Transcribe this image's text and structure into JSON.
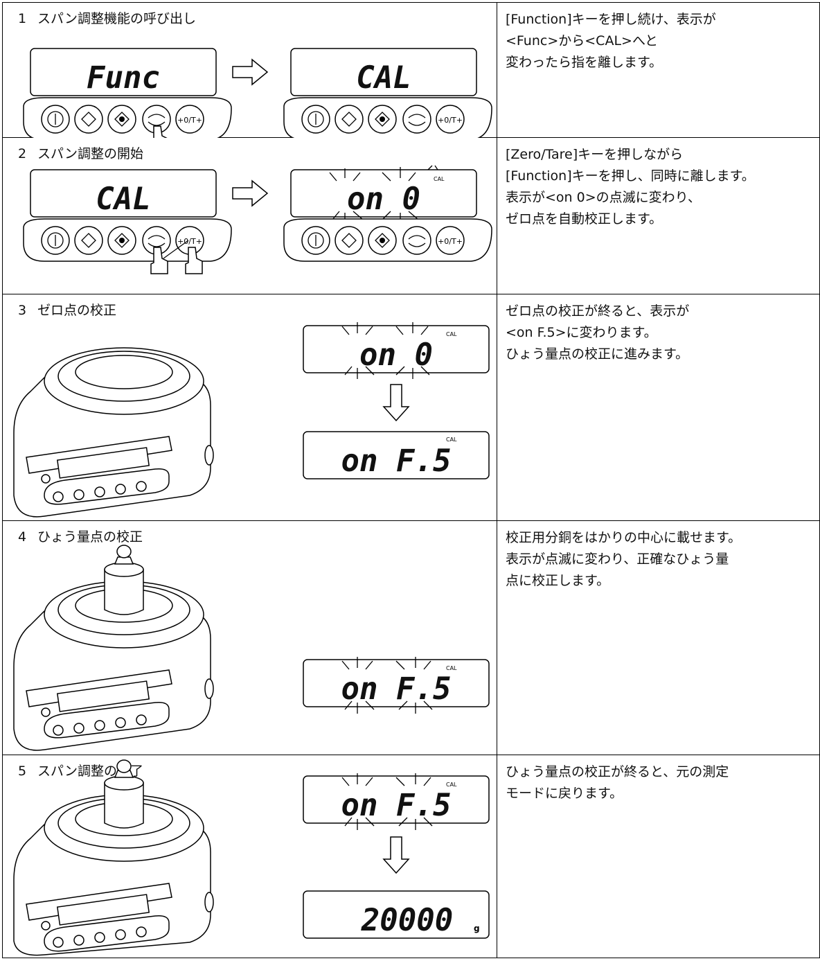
{
  "steps": [
    {
      "num": "1",
      "title": "スパン調整機能の呼び出し",
      "displays": [
        "Func",
        "CAL"
      ],
      "desc_lines": [
        "[Function]キーを押し続け、表示が",
        "<Func>から<CAL>へと",
        "変わったら指を離します。"
      ]
    },
    {
      "num": "2",
      "title": "スパン調整の開始",
      "displays": [
        "CAL",
        "on 0"
      ],
      "desc_lines": [
        "[Zero/Tare]キーを押しながら",
        "[Function]キーを押し、同時に離します。",
        "表示が<on 0>の点滅に変わり、",
        "ゼロ点を自動校正します。"
      ]
    },
    {
      "num": "3",
      "title": "ゼロ点の校正",
      "displays": [
        "on 0",
        "on F.5"
      ],
      "desc_lines": [
        "ゼロ点の校正が終ると、表示が",
        "<on F.5>に変わります。",
        "ひょう量点の校正に進みます。"
      ]
    },
    {
      "num": "4",
      "title": "ひょう量点の校正",
      "displays": [
        "on F.5"
      ],
      "desc_lines": [
        "校正用分銅をはかりの中心に載せます。",
        "表示が点滅に変わり、正確なひょう量",
        "点に校正します。"
      ]
    },
    {
      "num": "5",
      "title": "スパン調整の終了",
      "displays": [
        "on F.5",
        "20000"
      ],
      "unit": "g",
      "desc_lines": [
        "ひょう量点の校正が終ると、元の測定",
        "モードに戻ります。"
      ]
    }
  ],
  "key_labels": {
    "tare": "+0/T+"
  },
  "cal_indicator": "CAL"
}
